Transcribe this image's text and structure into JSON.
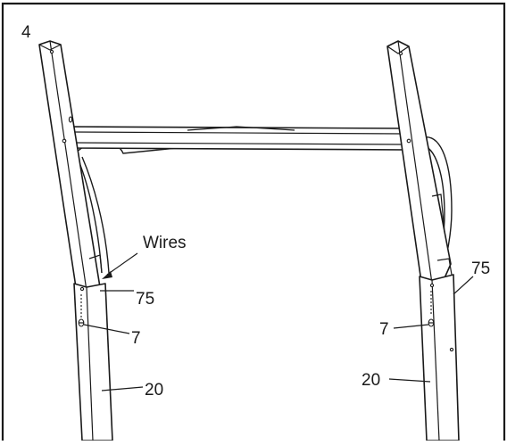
{
  "diagram": {
    "step_number": "4",
    "labels": {
      "wires": "Wires",
      "part_75_left": "75",
      "part_75_right": "75",
      "part_7_left": "7",
      "part_7_right": "7",
      "part_20_left": "20",
      "part_20_right": "20"
    }
  }
}
